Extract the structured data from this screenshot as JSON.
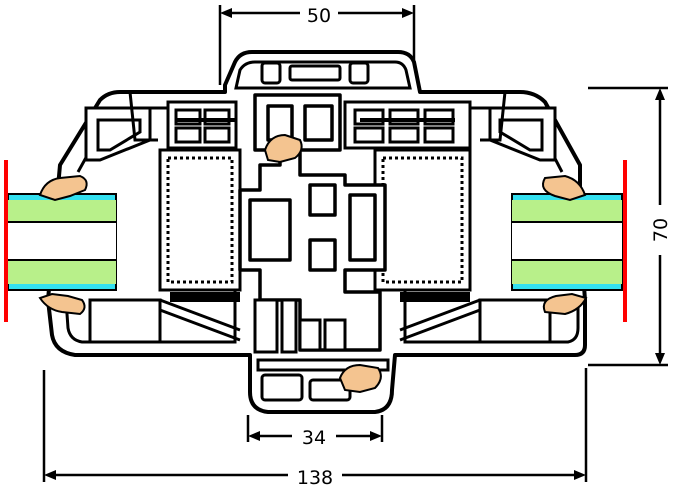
{
  "dimensions": {
    "top_width": "50",
    "overall_height": "70",
    "lower_width": "34",
    "overall_width": "138"
  },
  "colors": {
    "profile_fill": "#ffffff",
    "profile_stroke": "#000000",
    "glass_cyan": "#33e0f0",
    "glass_green": "#b8f08a",
    "seal_orange": "#f4c490",
    "gasket_black": "#000000",
    "edge_red": "#ff0000"
  }
}
